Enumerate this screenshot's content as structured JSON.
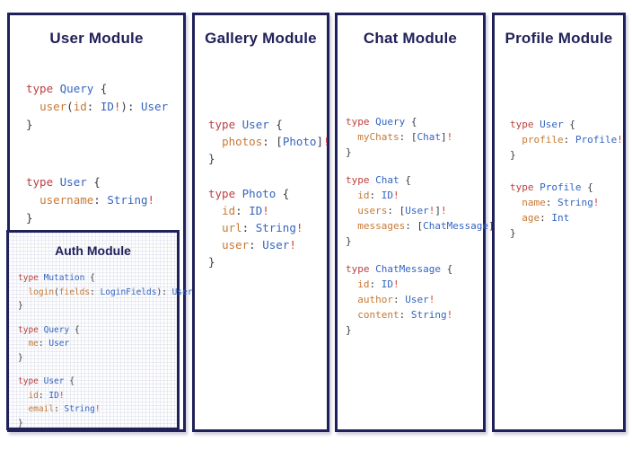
{
  "colors": {
    "navy": "#21215a",
    "keyword": "#bb4040",
    "type": "#3465c0",
    "field": "#c67a35",
    "punct": "#3a3a42",
    "bang": "#ce4034"
  },
  "panels": [
    {
      "title": "User Module",
      "blocks": [
        [
          [
            [
              "type ",
              "k"
            ],
            [
              "Query ",
              "t"
            ],
            [
              "{",
              "p"
            ]
          ],
          [
            [
              "  ",
              "p"
            ],
            [
              "user",
              "f"
            ],
            [
              "(",
              "p"
            ],
            [
              "id",
              "f"
            ],
            [
              ": ",
              "p"
            ],
            [
              "ID",
              "t"
            ],
            [
              "!",
              "b"
            ],
            [
              "): ",
              "p"
            ],
            [
              "User",
              "t"
            ]
          ],
          [
            [
              "}",
              "p"
            ]
          ]
        ],
        [
          [
            [
              "type ",
              "k"
            ],
            [
              "User ",
              "t"
            ],
            [
              "{",
              "p"
            ]
          ],
          [
            [
              "  ",
              "p"
            ],
            [
              "username",
              "f"
            ],
            [
              ": ",
              "p"
            ],
            [
              "String",
              "t"
            ],
            [
              "!",
              "b"
            ]
          ],
          [
            [
              "}",
              "p"
            ]
          ]
        ]
      ]
    },
    {
      "title": "Gallery Module",
      "blocks": [
        [
          [
            [
              "type ",
              "k"
            ],
            [
              "User ",
              "t"
            ],
            [
              "{",
              "p"
            ]
          ],
          [
            [
              "  ",
              "p"
            ],
            [
              "photos",
              "f"
            ],
            [
              ": ",
              "p"
            ],
            [
              "[",
              "p"
            ],
            [
              "Photo",
              "t"
            ],
            [
              "]",
              "p"
            ],
            [
              "!",
              "b"
            ]
          ],
          [
            [
              "}",
              "p"
            ]
          ]
        ],
        [
          [
            [
              "type ",
              "k"
            ],
            [
              "Photo ",
              "t"
            ],
            [
              "{",
              "p"
            ]
          ],
          [
            [
              "  ",
              "p"
            ],
            [
              "id",
              "f"
            ],
            [
              ": ",
              "p"
            ],
            [
              "ID",
              "t"
            ],
            [
              "!",
              "b"
            ]
          ],
          [
            [
              "  ",
              "p"
            ],
            [
              "url",
              "f"
            ],
            [
              ": ",
              "p"
            ],
            [
              "String",
              "t"
            ],
            [
              "!",
              "b"
            ]
          ],
          [
            [
              "  ",
              "p"
            ],
            [
              "user",
              "f"
            ],
            [
              ": ",
              "p"
            ],
            [
              "User",
              "t"
            ],
            [
              "!",
              "b"
            ]
          ],
          [
            [
              "}",
              "p"
            ]
          ]
        ]
      ]
    },
    {
      "title": "Chat Module",
      "blocks": [
        [
          [
            [
              "type ",
              "k"
            ],
            [
              "Query ",
              "t"
            ],
            [
              "{",
              "p"
            ]
          ],
          [
            [
              "  ",
              "p"
            ],
            [
              "myChats",
              "f"
            ],
            [
              ": ",
              "p"
            ],
            [
              "[",
              "p"
            ],
            [
              "Chat",
              "t"
            ],
            [
              "]",
              "p"
            ],
            [
              "!",
              "b"
            ]
          ],
          [
            [
              "}",
              "p"
            ]
          ]
        ],
        [
          [
            [
              "type ",
              "k"
            ],
            [
              "Chat ",
              "t"
            ],
            [
              "{",
              "p"
            ]
          ],
          [
            [
              "  ",
              "p"
            ],
            [
              "id",
              "f"
            ],
            [
              ": ",
              "p"
            ],
            [
              "ID",
              "t"
            ],
            [
              "!",
              "b"
            ]
          ],
          [
            [
              "  ",
              "p"
            ],
            [
              "users",
              "f"
            ],
            [
              ": ",
              "p"
            ],
            [
              "[",
              "p"
            ],
            [
              "User",
              "t"
            ],
            [
              "!",
              "b"
            ],
            [
              "]",
              "p"
            ],
            [
              "!",
              "b"
            ]
          ],
          [
            [
              "  ",
              "p"
            ],
            [
              "messages",
              "f"
            ],
            [
              ": ",
              "p"
            ],
            [
              "[",
              "p"
            ],
            [
              "ChatMessage",
              "t"
            ],
            [
              "]",
              "p"
            ],
            [
              "!",
              "b"
            ]
          ],
          [
            [
              "}",
              "p"
            ]
          ]
        ],
        [
          [
            [
              "type ",
              "k"
            ],
            [
              "ChatMessage ",
              "t"
            ],
            [
              "{",
              "p"
            ]
          ],
          [
            [
              "  ",
              "p"
            ],
            [
              "id",
              "f"
            ],
            [
              ": ",
              "p"
            ],
            [
              "ID",
              "t"
            ],
            [
              "!",
              "b"
            ]
          ],
          [
            [
              "  ",
              "p"
            ],
            [
              "author",
              "f"
            ],
            [
              ": ",
              "p"
            ],
            [
              "User",
              "t"
            ],
            [
              "!",
              "b"
            ]
          ],
          [
            [
              "  ",
              "p"
            ],
            [
              "content",
              "f"
            ],
            [
              ": ",
              "p"
            ],
            [
              "String",
              "t"
            ],
            [
              "!",
              "b"
            ]
          ],
          [
            [
              "}",
              "p"
            ]
          ]
        ]
      ]
    },
    {
      "title": "Profile Module",
      "blocks": [
        [
          [
            [
              "type ",
              "k"
            ],
            [
              "User ",
              "t"
            ],
            [
              "{",
              "p"
            ]
          ],
          [
            [
              "  ",
              "p"
            ],
            [
              "profile",
              "f"
            ],
            [
              ": ",
              "p"
            ],
            [
              "Profile",
              "t"
            ],
            [
              "!",
              "b"
            ]
          ],
          [
            [
              "}",
              "p"
            ]
          ]
        ],
        [
          [
            [
              "type ",
              "k"
            ],
            [
              "Profile ",
              "t"
            ],
            [
              "{",
              "p"
            ]
          ],
          [
            [
              "  ",
              "p"
            ],
            [
              "name",
              "f"
            ],
            [
              ": ",
              "p"
            ],
            [
              "String",
              "t"
            ],
            [
              "!",
              "b"
            ]
          ],
          [
            [
              "  ",
              "p"
            ],
            [
              "age",
              "f"
            ],
            [
              ": ",
              "p"
            ],
            [
              "Int",
              "t"
            ]
          ],
          [
            [
              "}",
              "p"
            ]
          ]
        ]
      ]
    }
  ],
  "auth": {
    "title": "Auth Module",
    "blocks": [
      [
        [
          [
            "type ",
            "k"
          ],
          [
            "Mutation ",
            "t"
          ],
          [
            "{",
            "p"
          ]
        ],
        [
          [
            "  ",
            "p"
          ],
          [
            "login",
            "f"
          ],
          [
            "(",
            "p"
          ],
          [
            "fields",
            "f"
          ],
          [
            ": ",
            "p"
          ],
          [
            "LoginFields",
            "t"
          ],
          [
            "): ",
            "p"
          ],
          [
            "User",
            "t"
          ]
        ],
        [
          [
            "}",
            "p"
          ]
        ]
      ],
      [
        [
          [
            "type ",
            "k"
          ],
          [
            "Query ",
            "t"
          ],
          [
            "{",
            "p"
          ]
        ],
        [
          [
            "  ",
            "p"
          ],
          [
            "me",
            "f"
          ],
          [
            ": ",
            "p"
          ],
          [
            "User",
            "t"
          ]
        ],
        [
          [
            "}",
            "p"
          ]
        ]
      ],
      [
        [
          [
            "type ",
            "k"
          ],
          [
            "User ",
            "t"
          ],
          [
            "{",
            "p"
          ]
        ],
        [
          [
            "  ",
            "p"
          ],
          [
            "id",
            "f"
          ],
          [
            ": ",
            "p"
          ],
          [
            "ID",
            "t"
          ],
          [
            "!",
            "b"
          ]
        ],
        [
          [
            "  ",
            "p"
          ],
          [
            "email",
            "f"
          ],
          [
            ": ",
            "p"
          ],
          [
            "String",
            "t"
          ],
          [
            "!",
            "b"
          ]
        ],
        [
          [
            "}",
            "p"
          ]
        ]
      ]
    ]
  }
}
